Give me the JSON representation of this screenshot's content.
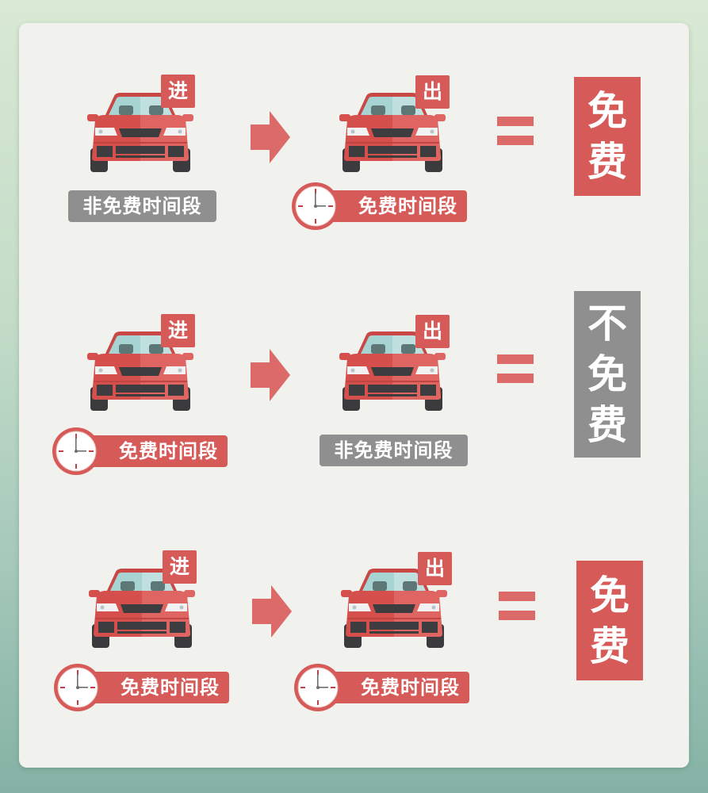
{
  "colors": {
    "accent_red": "#d65a58",
    "gray": "#8f8f8f",
    "panel": "#f1f1ee",
    "bg_top": "#d9e9d4",
    "bg_bottom": "#84b2a4"
  },
  "rows": [
    {
      "entry": {
        "badge": "进",
        "period_label": "非免费时间段",
        "period_type": "non-free"
      },
      "exit": {
        "badge": "出",
        "period_label": "免费时间段",
        "period_type": "free"
      },
      "operator": "=",
      "result": {
        "chars": [
          "免",
          "费"
        ],
        "text": "免费",
        "type": "free"
      }
    },
    {
      "entry": {
        "badge": "进",
        "period_label": "免费时间段",
        "period_type": "free"
      },
      "exit": {
        "badge": "出",
        "period_label": "非免费时间段",
        "period_type": "non-free"
      },
      "operator": "=",
      "result": {
        "chars": [
          "不",
          "免",
          "费"
        ],
        "text": "不免费",
        "type": "not-free"
      }
    },
    {
      "entry": {
        "badge": "进",
        "period_label": "免费时间段",
        "period_type": "free"
      },
      "exit": {
        "badge": "出",
        "period_label": "免费时间段",
        "period_type": "free"
      },
      "operator": "=",
      "result": {
        "chars": [
          "免",
          "费"
        ],
        "text": "免费",
        "type": "free"
      }
    }
  ]
}
